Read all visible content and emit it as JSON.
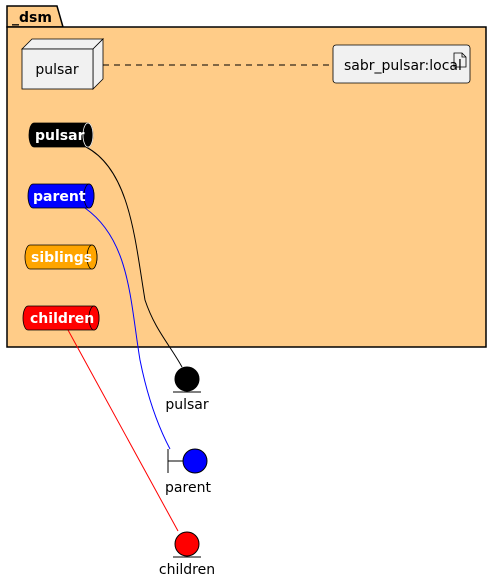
{
  "package": {
    "title": "_dsm",
    "fill": "#FFCC88"
  },
  "node": {
    "label": "pulsar"
  },
  "artifact": {
    "label": "sabr_pulsar:local"
  },
  "queues": [
    {
      "label": "pulsar",
      "color": "#000000"
    },
    {
      "label": "parent",
      "color": "#0000FF"
    },
    {
      "label": "siblings",
      "color": "#FFA500"
    },
    {
      "label": "children",
      "color": "#FF0000"
    }
  ],
  "endpoints": [
    {
      "label": "pulsar",
      "kind": "entity",
      "color": "#000000"
    },
    {
      "label": "parent",
      "kind": "boundary",
      "color": "#0000FF"
    },
    {
      "label": "children",
      "kind": "entity",
      "color": "#FF0000"
    }
  ]
}
